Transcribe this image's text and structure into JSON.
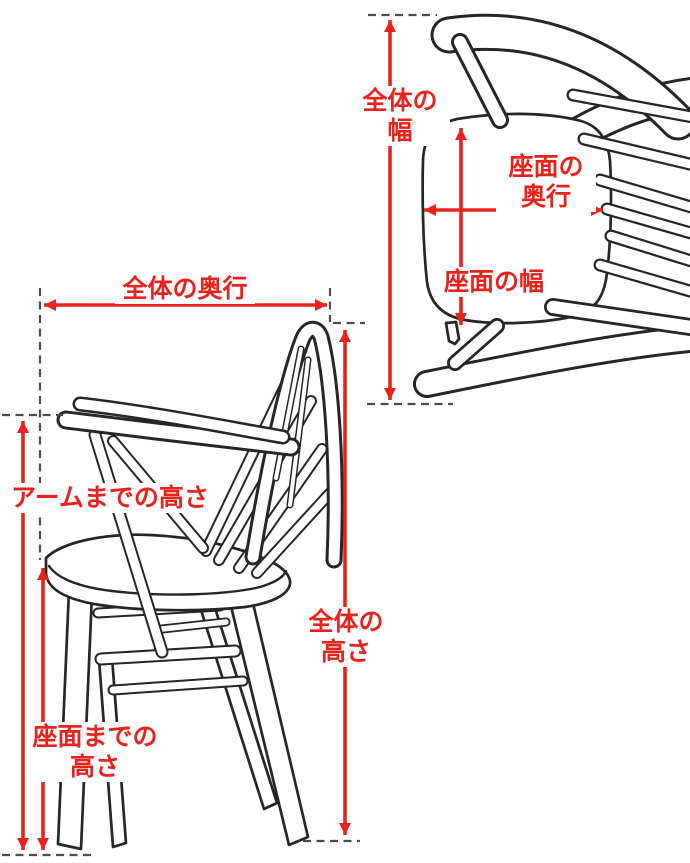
{
  "colors": {
    "dimension_red": "#e8231d",
    "line_black": "#262626",
    "dash_gray": "#4d4d4d",
    "background": "#ffffff"
  },
  "labels": {
    "overall_width": {
      "line1": "全体の",
      "line2": "幅"
    },
    "seat_depth": {
      "line1": "座面の",
      "line2": "奥行"
    },
    "seat_width": {
      "text": "座面の幅"
    },
    "overall_depth": {
      "text": "全体の奥行"
    },
    "arm_height": {
      "text": "アームまでの高さ"
    },
    "overall_height": {
      "line1": "全体の",
      "line2": "高さ"
    },
    "seat_height": {
      "line1": "座面までの",
      "line2": "高さ"
    }
  }
}
